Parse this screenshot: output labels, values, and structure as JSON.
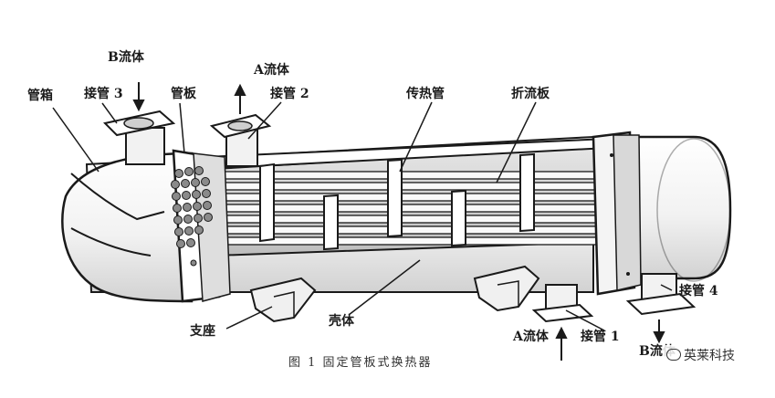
{
  "labels": {
    "guanxiang": "管箱",
    "b_fluid_top": "B流体",
    "nozzle_3": "接管 3",
    "tube_sheet": "管板",
    "a_fluid_top": "A流体",
    "nozzle_2": "接管 2",
    "heat_tubes": "传热管",
    "baffle": "折流板",
    "nozzle_4": "接管 4",
    "support": "支座",
    "shell": "壳体",
    "a_fluid_bottom": "A流体",
    "nozzle_1": "接管 1",
    "b_fluid_bottom": "B流体"
  },
  "caption": "图 1  固定管板式换热器",
  "watermark": "英莱科技",
  "colors": {
    "ink": "#1a1a1a",
    "shell_fill": "#f6f6f6",
    "shade": "#d9d9d9"
  }
}
